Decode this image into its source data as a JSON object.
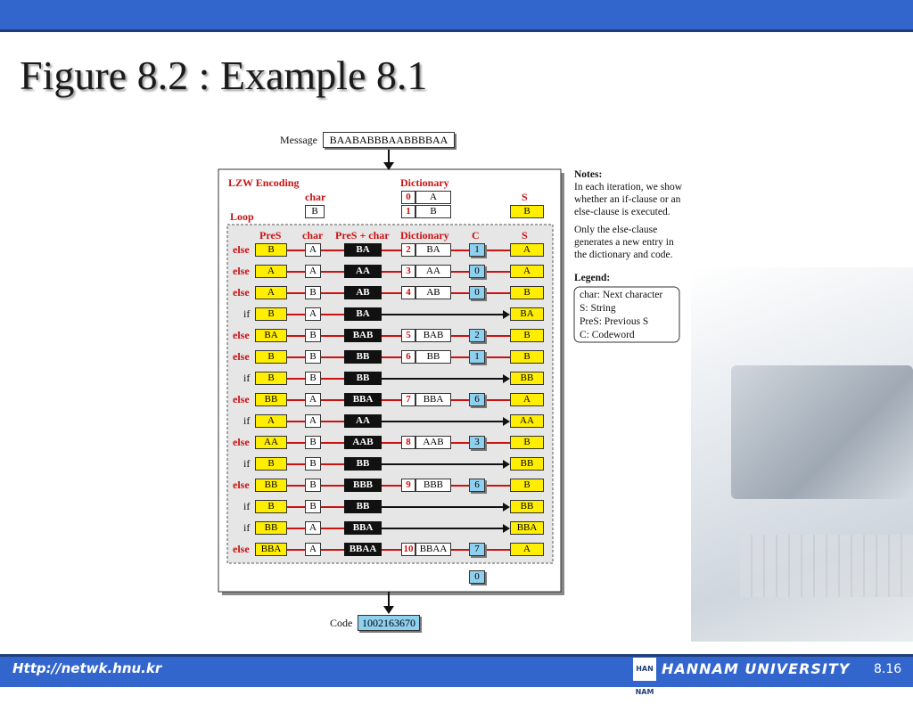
{
  "slide": {
    "title": "Figure 8.2 :  Example 8.1",
    "footer_url": "Http://netwk.hnu.kr",
    "footer_logo": "HAN NAM",
    "footer_university": "HANNAM  UNIVERSITY",
    "page_number": "8.16"
  },
  "figure": {
    "message_label": "Message",
    "message_value": "BAABABBBAABBBBAA",
    "section_title": "LZW Encoding",
    "loop_label": "Loop",
    "init": {
      "char_header": "char",
      "char_value": "B",
      "dict_header": "Dictionary",
      "dict": [
        {
          "index": "0",
          "entry": "A"
        },
        {
          "index": "1",
          "entry": "B"
        }
      ],
      "s_header": "S",
      "s_value": "B"
    },
    "headers": {
      "pres": "PreS",
      "char": "char",
      "pres_char": "PreS + char",
      "dictionary": "Dictionary",
      "c": "C",
      "s": "S"
    },
    "rows": [
      {
        "clause": "else",
        "pres": "B",
        "char": "A",
        "combo": "BA",
        "dict_index": "2",
        "dict_entry": "BA",
        "code": "1",
        "s": "A"
      },
      {
        "clause": "else",
        "pres": "A",
        "char": "A",
        "combo": "AA",
        "dict_index": "3",
        "dict_entry": "AA",
        "code": "0",
        "s": "A"
      },
      {
        "clause": "else",
        "pres": "A",
        "char": "B",
        "combo": "AB",
        "dict_index": "4",
        "dict_entry": "AB",
        "code": "0",
        "s": "B"
      },
      {
        "clause": "if",
        "pres": "B",
        "char": "A",
        "combo": "BA",
        "dict_index": "",
        "dict_entry": "",
        "code": "",
        "s": "BA"
      },
      {
        "clause": "else",
        "pres": "BA",
        "char": "B",
        "combo": "BAB",
        "dict_index": "5",
        "dict_entry": "BAB",
        "code": "2",
        "s": "B"
      },
      {
        "clause": "else",
        "pres": "B",
        "char": "B",
        "combo": "BB",
        "dict_index": "6",
        "dict_entry": "BB",
        "code": "1",
        "s": "B"
      },
      {
        "clause": "if",
        "pres": "B",
        "char": "B",
        "combo": "BB",
        "dict_index": "",
        "dict_entry": "",
        "code": "",
        "s": "BB"
      },
      {
        "clause": "else",
        "pres": "BB",
        "char": "A",
        "combo": "BBA",
        "dict_index": "7",
        "dict_entry": "BBA",
        "code": "6",
        "s": "A"
      },
      {
        "clause": "if",
        "pres": "A",
        "char": "A",
        "combo": "AA",
        "dict_index": "",
        "dict_entry": "",
        "code": "",
        "s": "AA"
      },
      {
        "clause": "else",
        "pres": "AA",
        "char": "B",
        "combo": "AAB",
        "dict_index": "8",
        "dict_entry": "AAB",
        "code": "3",
        "s": "B"
      },
      {
        "clause": "if",
        "pres": "B",
        "char": "B",
        "combo": "BB",
        "dict_index": "",
        "dict_entry": "",
        "code": "",
        "s": "BB"
      },
      {
        "clause": "else",
        "pres": "BB",
        "char": "B",
        "combo": "BBB",
        "dict_index": "9",
        "dict_entry": "BBB",
        "code": "6",
        "s": "B"
      },
      {
        "clause": "if",
        "pres": "B",
        "char": "B",
        "combo": "BB",
        "dict_index": "",
        "dict_entry": "",
        "code": "",
        "s": "BB"
      },
      {
        "clause": "if",
        "pres": "BB",
        "char": "A",
        "combo": "BBA",
        "dict_index": "",
        "dict_entry": "",
        "code": "",
        "s": "BBA"
      },
      {
        "clause": "else",
        "pres": "BBA",
        "char": "A",
        "combo": "BBAA",
        "dict_index": "10",
        "dict_entry": "BBAA",
        "code": "7",
        "s": "A"
      }
    ],
    "final_code": "0",
    "code_label": "Code",
    "code_value": "1002163670",
    "notes_title": "Notes:",
    "notes_lines": [
      "In each iteration, we show",
      "whether an if-clause or an",
      "else-clause is executed."
    ],
    "notes_lines2": [
      "Only the else-clause",
      "generates a new entry in",
      "the dictionary and code."
    ],
    "legend_title": "Legend:",
    "legend_lines": [
      "char: Next character",
      "S: String",
      "PreS: Previous S",
      "C: Codeword"
    ]
  }
}
